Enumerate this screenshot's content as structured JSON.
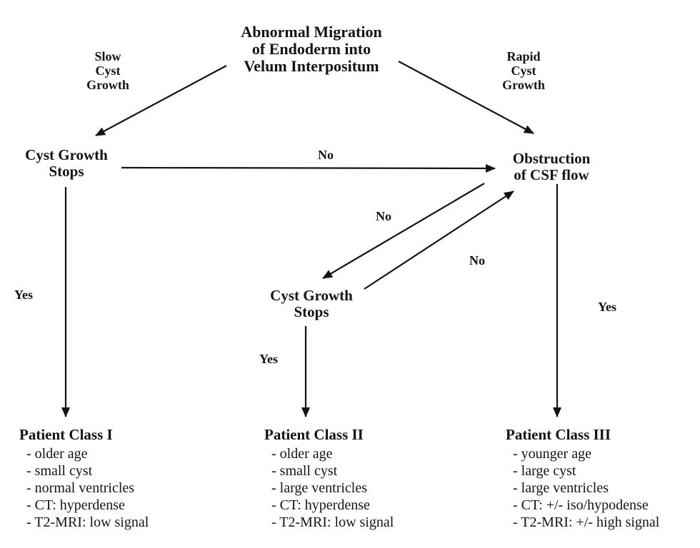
{
  "colors": {
    "ink": "#141414",
    "background": "#ffffff"
  },
  "nodes": {
    "title": "Abnormal Migration\nof Endoderm into\nVelum Interpositum",
    "slow_growth": "Slow\nCyst\nGrowth",
    "rapid_growth": "Rapid\nCyst\nGrowth",
    "cyst_stops_left": "Cyst Growth\nStops",
    "obstruction": "Obstruction\nof CSF flow",
    "cyst_stops_middle": "Cyst Growth\nStops"
  },
  "edge_labels": {
    "no_left_to_obstruction": "No",
    "no_obstruction_to_middle": "No",
    "no_middle_to_obstruction": "No",
    "yes_left": "Yes",
    "yes_middle": "Yes",
    "yes_right": "Yes"
  },
  "patient_classes": [
    {
      "heading": "Patient Class I",
      "items": [
        "- older age",
        "- small cyst",
        "- normal ventricles",
        "- CT: hyperdense",
        "- T2-MRI: low signal"
      ]
    },
    {
      "heading": "Patient Class II",
      "items": [
        "- older age",
        "- small cyst",
        "- large ventricles",
        "- CT: hyperdense",
        "- T2-MRI: low signal"
      ]
    },
    {
      "heading": "Patient Class III",
      "items": [
        "- younger age",
        "- large cyst",
        "- large ventricles",
        "- CT: +/- iso/hypodense",
        "- T2-MRI: +/- high signal"
      ]
    }
  ]
}
